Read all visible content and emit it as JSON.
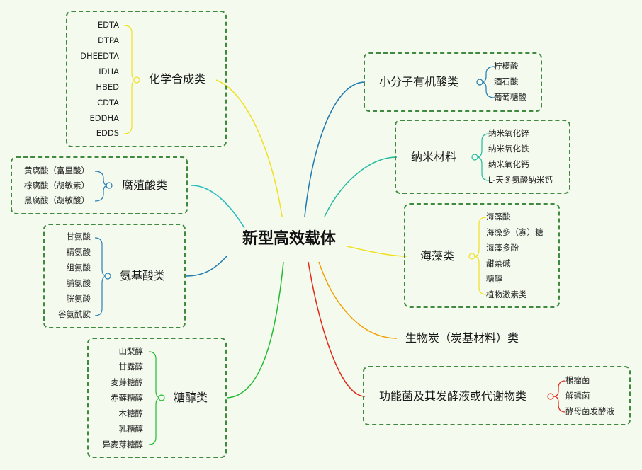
{
  "center": "新型高效载体",
  "colors": {
    "background": "#f4faee",
    "box_border": "#3f8a3f",
    "bracket": "#2d7fb5",
    "branch_chem": "#f0e020",
    "branch_humic": "#2bbdbd",
    "branch_amino": "#1f7ab0",
    "branch_sugar": "#22bb33",
    "branch_organic": "#1f7ab0",
    "branch_nano": "#22bba0",
    "branch_algae": "#f0e020",
    "branch_biochar": "#f0a000",
    "branch_microbe": "#e02a1a"
  },
  "branches": {
    "chemical": {
      "label": "化学合成类",
      "items": [
        "EDTA",
        "DTPA",
        "DHEEDTA",
        "IDHA",
        "HBED",
        "CDTA",
        "EDDHA",
        "EDDS"
      ]
    },
    "humic": {
      "label": "腐殖酸类",
      "items": [
        "黄腐酸（富里酸）",
        "棕腐酸（胡敏素）",
        "黑腐酸（胡敏酸）"
      ]
    },
    "amino": {
      "label": "氨基酸类",
      "items": [
        "甘氨酸",
        "精氨酸",
        "组氨酸",
        "脯氨酸",
        "胱氨酸",
        "谷氨酰胺"
      ]
    },
    "sugar_alcohol": {
      "label": "糖醇类",
      "items": [
        "山梨醇",
        "甘露醇",
        "麦芽糖醇",
        "赤藓糖醇",
        "木糖醇",
        "乳糖醇",
        "异麦芽糖醇"
      ]
    },
    "organic_acid": {
      "label": "小分子有机酸类",
      "items": [
        "柠檬酸",
        "酒石酸",
        "葡萄糖酸"
      ]
    },
    "nano": {
      "label": "纳米材料",
      "items": [
        "纳米氧化锌",
        "纳米氧化铁",
        "纳米氧化钙",
        "L-天冬氨酸纳米钙"
      ]
    },
    "algae": {
      "label": "海藻类",
      "items": [
        "海藻酸",
        "海藻多（寡）糖",
        "海藻多酚",
        "甜菜碱",
        "糖醇",
        "植物激素类"
      ]
    },
    "biochar": {
      "label": "生物炭（炭基材料）类"
    },
    "microbe": {
      "label": "功能菌及其发酵液或代谢物类",
      "items": [
        "根瘤菌",
        "解磷菌",
        "酵母菌发酵液"
      ]
    }
  }
}
